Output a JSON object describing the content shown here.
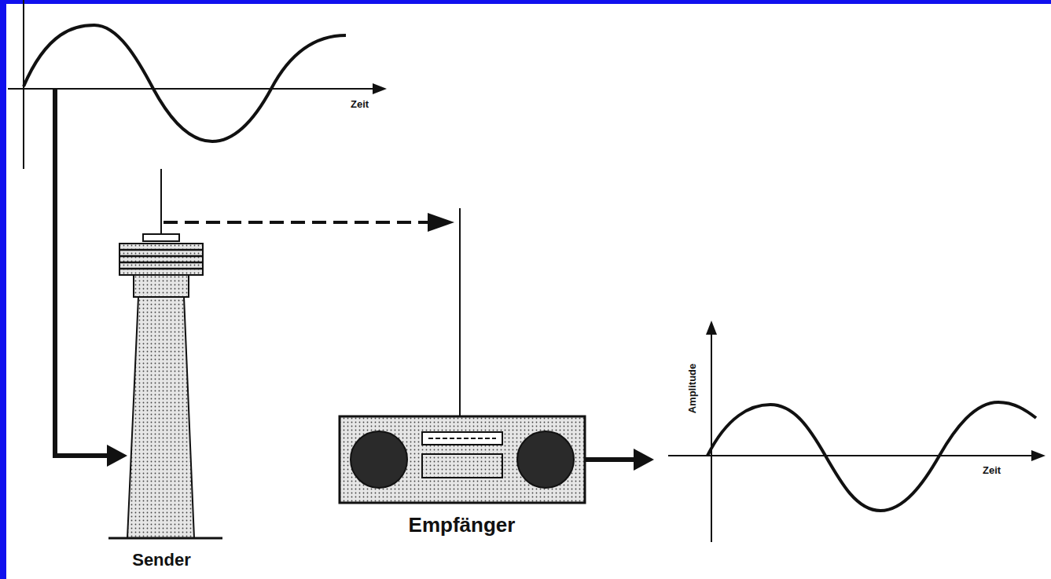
{
  "diagram": {
    "nodes": [
      {
        "text": [
          "Sender"
        ]
      },
      {
        "text": [
          "Empfänger"
        ]
      }
    ],
    "edges": [
      {
        "from": 0,
        "to": 1,
        "arrow": "to"
      }
    ],
    "labels": [
      "Zeit",
      "Amplitude",
      "Zeit"
    ]
  }
}
